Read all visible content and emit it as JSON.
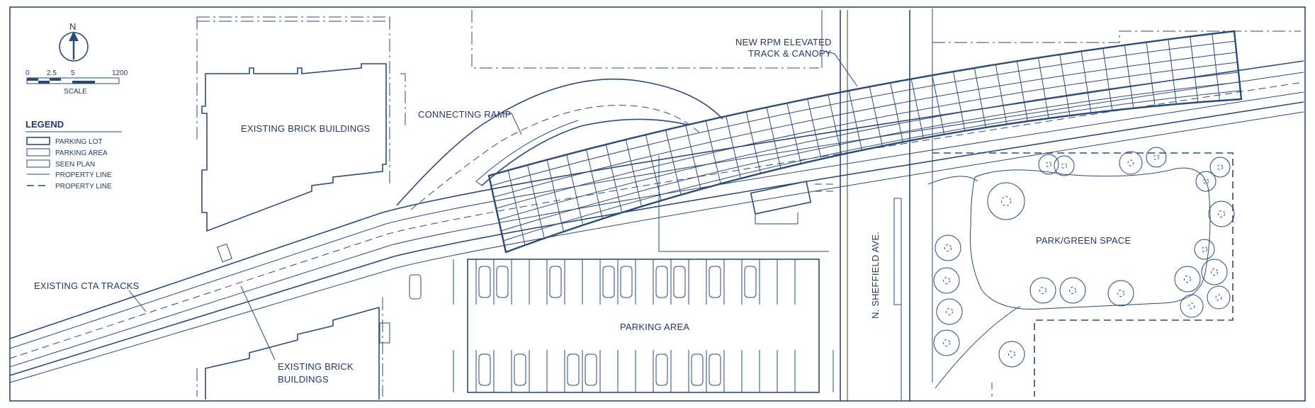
{
  "north": {
    "letter": "N"
  },
  "scale": {
    "ticks": [
      "0",
      "2.5",
      "5",
      "1200"
    ],
    "caption": "SCALE"
  },
  "legend": {
    "title": "LEGEND",
    "items": [
      {
        "label": "PARKING LOT",
        "symbol": "box-solid"
      },
      {
        "label": "PARKING AREA",
        "symbol": "box-thin"
      },
      {
        "label": "SEEN PLAN",
        "symbol": "box-hatched"
      },
      {
        "label": "PROPERTY LINE",
        "symbol": "line-solid"
      },
      {
        "label": "PROPERTY LINE",
        "symbol": "line-dashed"
      }
    ]
  },
  "labels": {
    "existing_brick_buildings_top": "EXISTING BRICK BUILDINGS",
    "connecting_ramp": "CONNECTING RAMP",
    "new_rpm_line1": "NEW RPM ELEVATED",
    "new_rpm_line2": "TRACK & CANOPY",
    "existing_cta_tracks": "EXISTING CTA TRACKS",
    "existing_brick_bottom_line1": "EXISTING BRICK",
    "existing_brick_bottom_line2": "BUILDINGS",
    "parking_area": "PARKING AREA",
    "street": "N. SHEFFIELD AVE.",
    "park": "PARK/GREEN SPACE"
  },
  "colors": {
    "ink": "#2a4a7a",
    "paper": "#ffffff"
  }
}
